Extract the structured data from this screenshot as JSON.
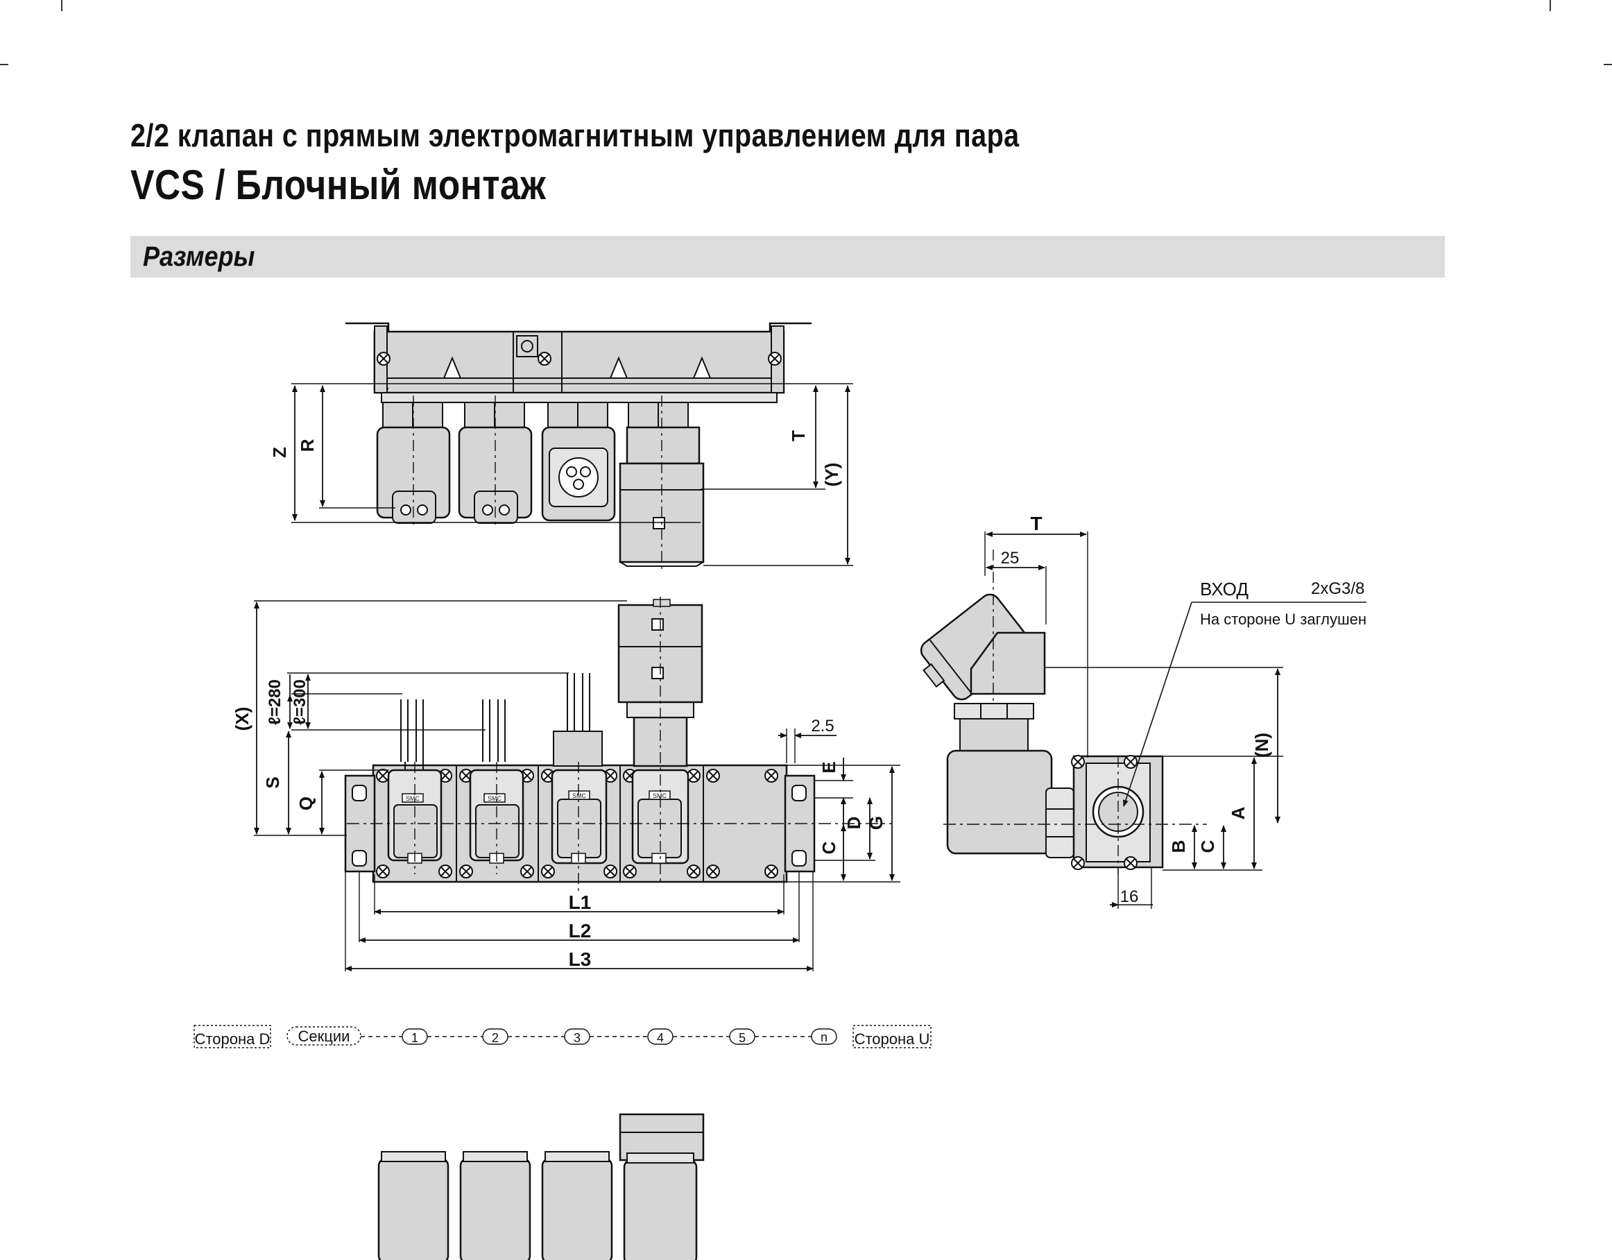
{
  "header": {
    "title_line1": "2/2 клапан с прямым электромагнитным управлением для пара",
    "title_line2": "VCS / Блочный монтаж"
  },
  "section": {
    "title": "Размеры"
  },
  "dimensions": {
    "Z": "Z",
    "R": "R",
    "T": "T",
    "Y": "(Y)",
    "X": "(X)",
    "l280": "ℓ=280",
    "l300": "ℓ=300",
    "S": "S",
    "Q": "Q",
    "E": "E",
    "D": "D",
    "G": "G",
    "C": "C",
    "d2_5": "2.5",
    "L1": "L1",
    "L2": "L2",
    "L3": "L3",
    "side_T": "T",
    "side_25": "25",
    "side_N": "(N)",
    "side_A": "A",
    "side_B": "B",
    "side_C": "C",
    "side_16": "16"
  },
  "port": {
    "label": "ВХОД",
    "size": "2xG3/8",
    "note": "На стороне U заглушен"
  },
  "sequence": {
    "side_d": "Сторона D",
    "sections": "Секции",
    "items": [
      "1",
      "2",
      "3",
      "4",
      "5",
      "n"
    ],
    "side_u": "Сторона U"
  },
  "connector_mark": "SMC"
}
